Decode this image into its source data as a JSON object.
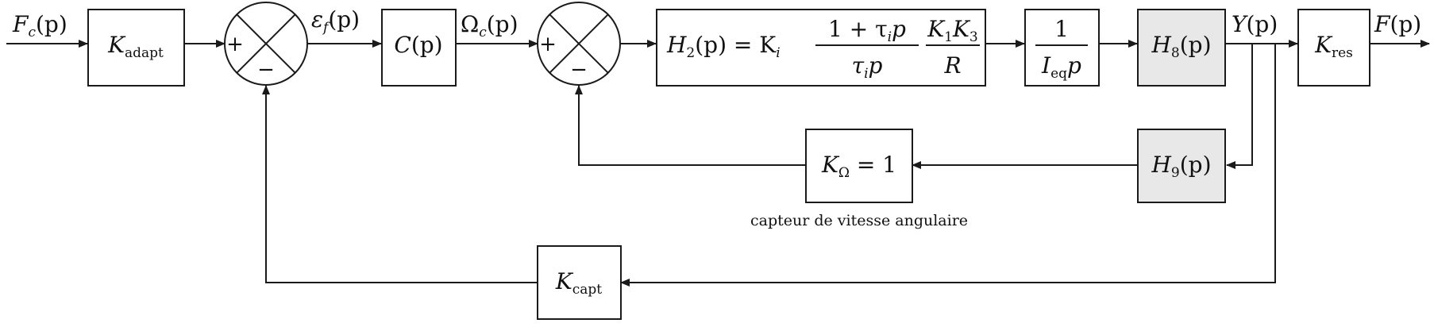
{
  "signals": {
    "input_main": "F",
    "input_sub": "c",
    "arg": "(p)",
    "epsilon_main": "ε",
    "epsilon_sub": "f",
    "omega_main": "Ω",
    "omega_sub": "c",
    "y": "Y",
    "f": "F"
  },
  "blocks": {
    "k_adapt": {
      "main": "K",
      "sub": "adapt"
    },
    "c": {
      "main": "C",
      "arg": "(p)"
    },
    "h2": {
      "lhs": "H",
      "lhs_sub": "2",
      "lhs_arg": "(p) = K",
      "ki_sub": "i",
      "frac1_num": "1 + τ",
      "frac1_num_sub": "i",
      "frac1_num_end": "p",
      "frac1_den": "τ",
      "frac1_den_sub": "i",
      "frac1_den_end": "p",
      "frac2_num_a": "K",
      "frac2_num_a_sub": "1",
      "frac2_num_b": "K",
      "frac2_num_b_sub": "3",
      "frac2_den": "R"
    },
    "integrator": {
      "num": "1",
      "den_main": "I",
      "den_sub": "eq",
      "den_end": "p"
    },
    "h8": {
      "main": "H",
      "sub": "8",
      "arg": "(p)",
      "fill": "#e8e8e8"
    },
    "h9": {
      "main": "H",
      "sub": "9",
      "arg": "(p)",
      "fill": "#e8e8e8"
    },
    "k_res": {
      "main": "K",
      "sub": "res"
    },
    "k_omega": {
      "main": "K",
      "sub": "Ω",
      "rest": " = 1"
    },
    "k_capt": {
      "main": "K",
      "sub": "capt"
    }
  },
  "summers": {
    "sum1": {
      "plus": "+",
      "minus": "−"
    },
    "sum2": {
      "plus": "+",
      "minus": "−"
    }
  },
  "captions": {
    "speed_sensor": "capteur de vitesse angulaire"
  }
}
